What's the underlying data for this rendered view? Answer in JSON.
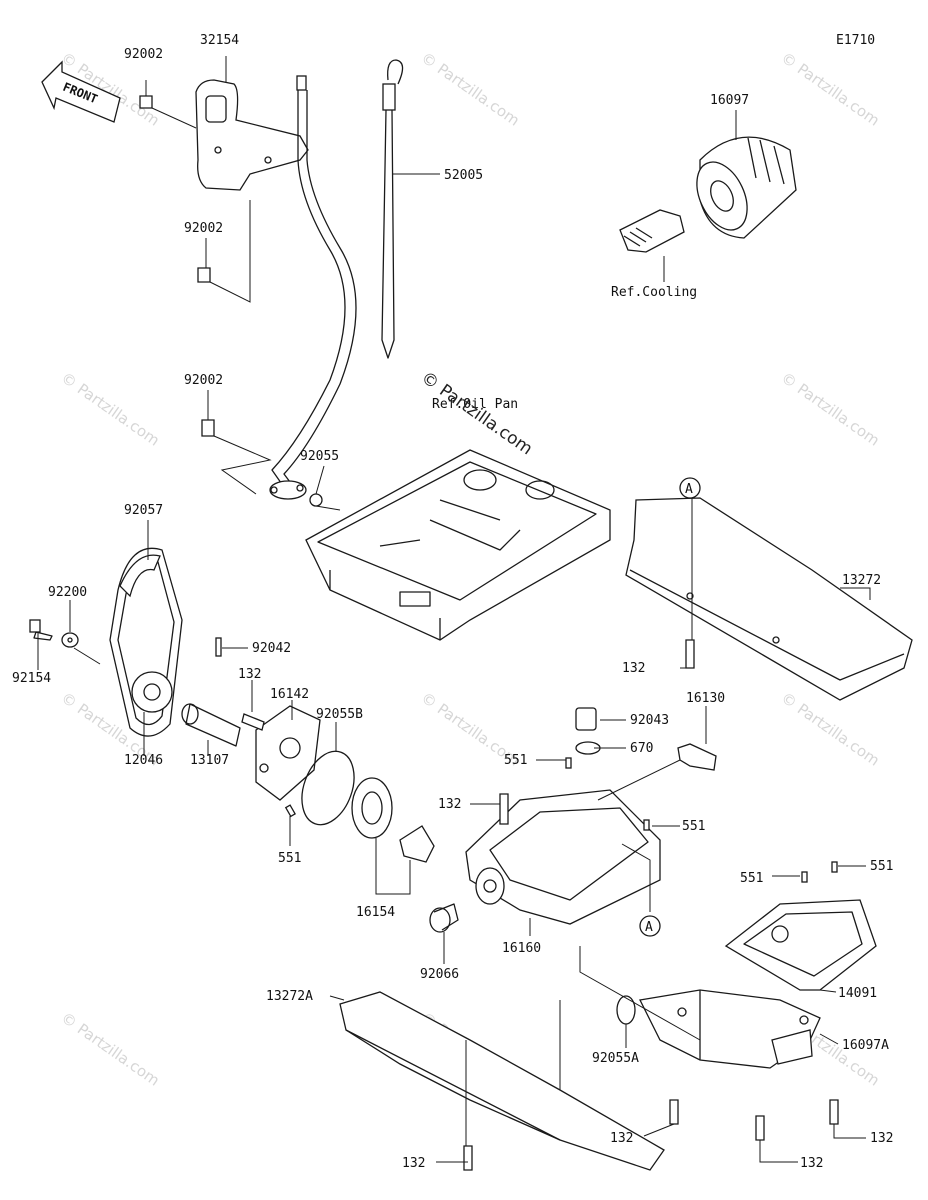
{
  "diagram_code": "E1710",
  "front_label": "FRONT",
  "watermark_text": "© Partzilla.com",
  "watermark_center": "© Partzilla.com",
  "ref_cooling": "Ref.Cooling",
  "ref_oil_pan": "Ref.Oil Pan",
  "callouts": {
    "p92002a": "92002",
    "p32154": "32154",
    "p92002b": "92002",
    "p52005": "52005",
    "p16097": "16097",
    "p92002c": "92002",
    "p92055": "92055",
    "p92057": "92057",
    "p92200": "92200",
    "p92154": "92154",
    "p92042": "92042",
    "p132a": "132",
    "p16142": "16142",
    "p92055B": "92055B",
    "p12046": "12046",
    "p13107": "13107",
    "p551a": "551",
    "p16154": "16154",
    "p13272": "13272",
    "p132b": "132",
    "p16130": "16130",
    "p92043": "92043",
    "p551b": "551",
    "p670": "670",
    "p132c": "132",
    "p551c": "551",
    "p16160": "16160",
    "p92066": "92066",
    "p551d": "551",
    "p551e": "551",
    "p14091": "14091",
    "p13272A": "13272A",
    "p92055A": "92055A",
    "p16097A": "16097A",
    "p132d": "132",
    "p132e": "132",
    "p132f": "132",
    "p132g": "132"
  },
  "markers": {
    "a1": "A",
    "a2": "A"
  }
}
